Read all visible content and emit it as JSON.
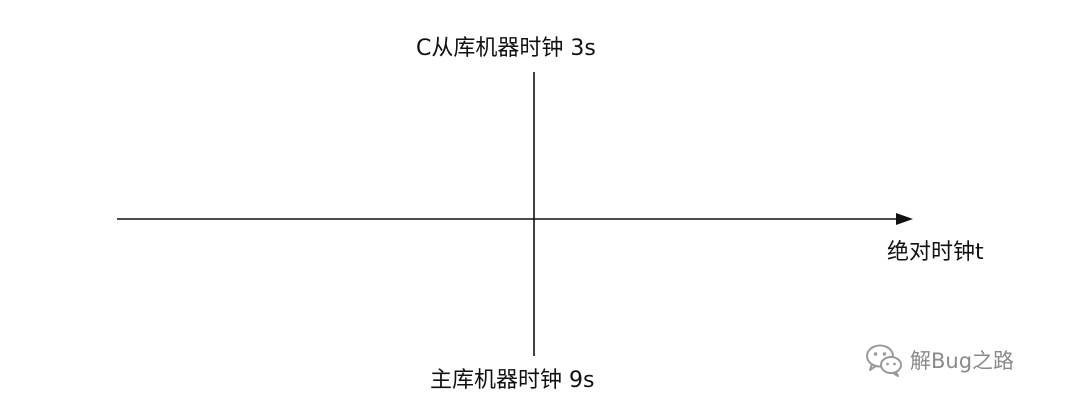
{
  "diagram": {
    "top_label": "C从库机器时钟 3s",
    "bottom_label": "主库机器时钟 9s",
    "axis_label": "绝对时钟t"
  },
  "watermark": {
    "text": "解Bug之路",
    "icon": "wechat-icon"
  }
}
